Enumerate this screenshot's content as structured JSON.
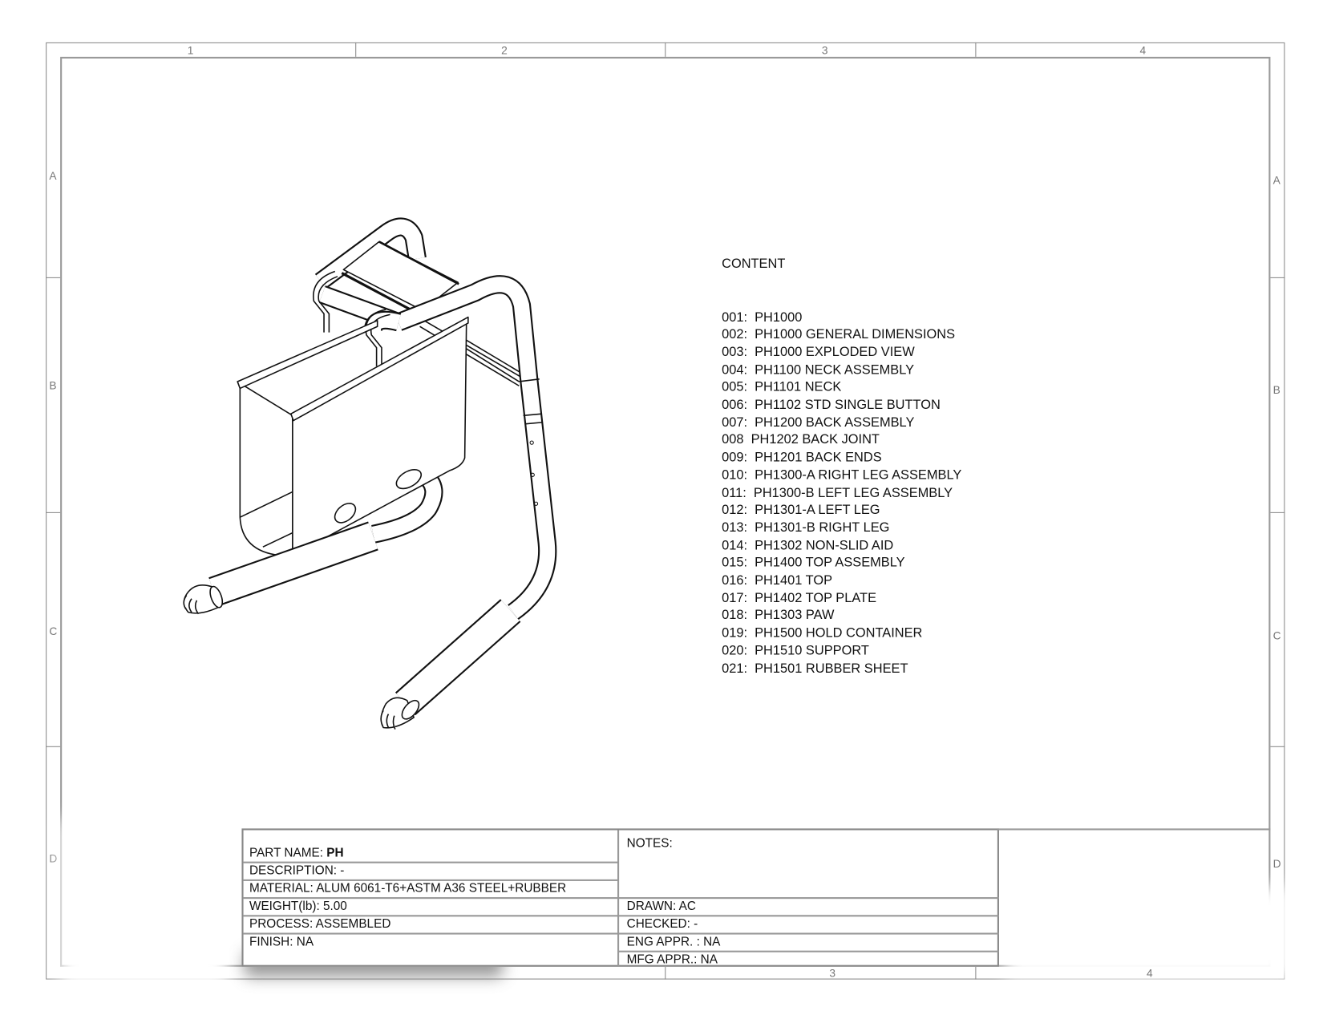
{
  "border": {
    "columns_top": [
      "1",
      "2",
      "3",
      "4"
    ],
    "columns_bottom": [
      "3",
      "4"
    ],
    "rows": [
      "A",
      "B",
      "C",
      "D"
    ]
  },
  "contents": {
    "heading": "CONTENT",
    "items": [
      "001:  PH1000",
      "002:  PH1000 GENERAL DIMENSIONS",
      "003:  PH1000 EXPLODED VIEW",
      "004:  PH1100 NECK ASSEMBLY",
      "005:  PH1101 NECK",
      "006:  PH1102 STD SINGLE BUTTON",
      "007:  PH1200 BACK ASSEMBLY",
      "008  PH1202 BACK JOINT",
      "009:  PH1201 BACK ENDS",
      "010:  PH1300-A RIGHT LEG ASSEMBLY",
      "011:  PH1300-B LEFT LEG ASSEMBLY",
      "012:  PH1301-A LEFT LEG",
      "013:  PH1301-B RIGHT LEG",
      "014:  PH1302 NON-SLID AID",
      "015:  PH1400 TOP ASSEMBLY",
      "016:  PH1401 TOP",
      "017:  PH1402 TOP PLATE",
      "018:  PH1303 PAW",
      "019:  PH1500 HOLD CONTAINER",
      "020:  PH1510 SUPPORT",
      "021:  PH1501 RUBBER SHEET"
    ]
  },
  "title_block": {
    "part_name_label": "PART NAME: ",
    "part_name_value": "PH",
    "description": "DESCRIPTION: -",
    "material": "MATERIAL: ALUM 6061-T6+ASTM A36 STEEL+RUBBER",
    "weight": "WEIGHT(lb): 5.00",
    "process": "PROCESS: ASSEMBLED",
    "finish": "FINISH: NA",
    "notes": "NOTES:",
    "drawn": "DRAWN: AC",
    "checked": "CHECKED: -",
    "eng_appr": "ENG APPR. : NA",
    "mfg_appr": "MFG APPR.: NA"
  }
}
